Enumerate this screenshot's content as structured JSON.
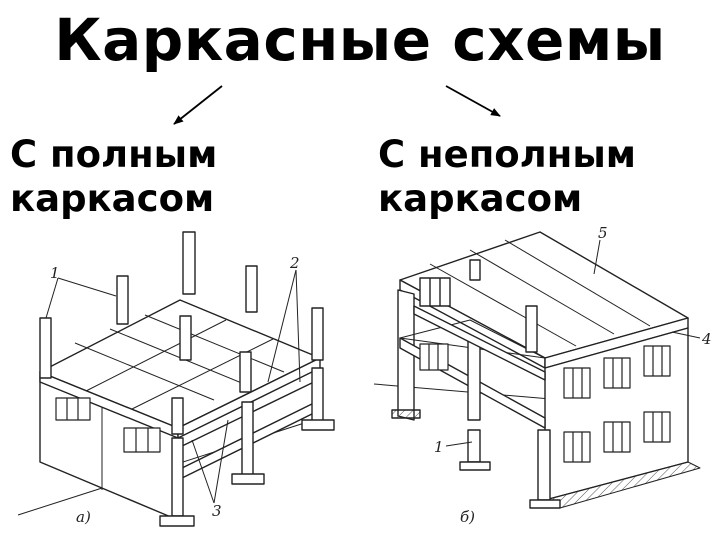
{
  "title": "Каркасные схемы",
  "left": {
    "line1": "С полным",
    "line2": "каркасом",
    "fig_label": "а)"
  },
  "right": {
    "line1": "С неполным",
    "line2": "каркасом",
    "fig_label": "б)"
  },
  "callouts": {
    "one": "1",
    "two": "2",
    "three": "3",
    "four": "4",
    "five": "5"
  },
  "colors": {
    "ink": "#000000",
    "line": "#222222"
  }
}
